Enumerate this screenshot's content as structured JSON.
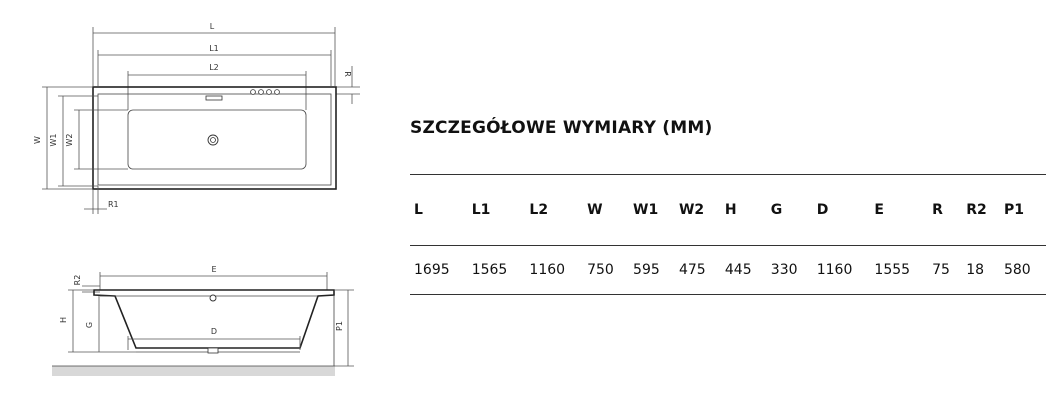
{
  "drawing": {
    "top_labels": {
      "L": "L",
      "L1": "L1",
      "L2": "L2",
      "R": "R",
      "W": "W",
      "W1": "W1",
      "W2": "W2",
      "R1": "R1"
    },
    "side_labels": {
      "R2": "R2",
      "E": "E",
      "H": "H",
      "G": "G",
      "D": "D",
      "P1": "P1"
    }
  },
  "spec": {
    "title": "SZCZEGÓŁOWE WYMIARY (MM)",
    "headers": [
      "L",
      "L1",
      "L2",
      "W",
      "W1",
      "W2",
      "H",
      "G",
      "D",
      "E",
      "R",
      "R2",
      "P1"
    ],
    "values": [
      "1695",
      "1565",
      "1160",
      "750",
      "595",
      "475",
      "445",
      "330",
      "1160",
      "1555",
      "75",
      "18",
      "580"
    ]
  }
}
